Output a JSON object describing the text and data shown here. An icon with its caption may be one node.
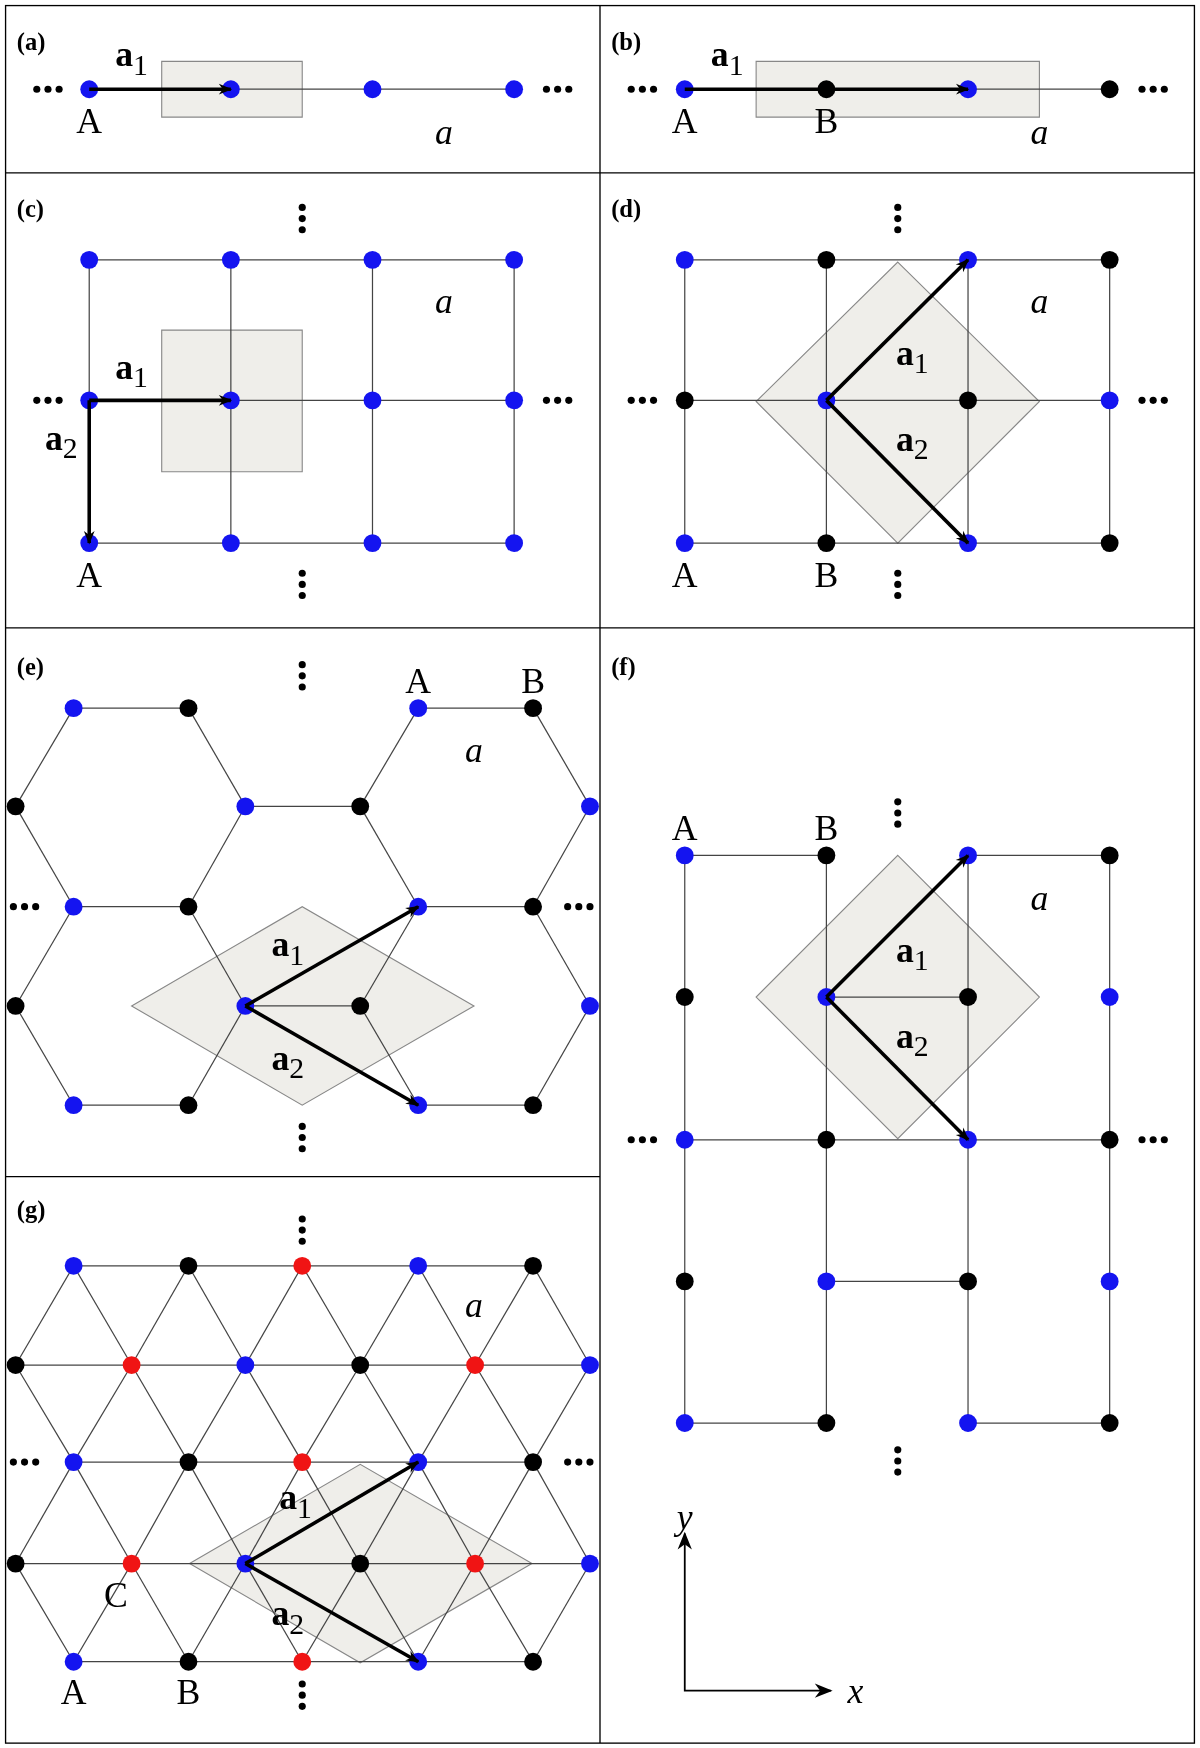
{
  "diagram": {
    "labels": [
      "(a)",
      "**a**$_{1}$",
      "A",
      "a",
      "(b)",
      "**a**$_{1}$",
      "A",
      "B",
      "a",
      "(c)",
      "a",
      "**a**$_{1}$",
      "**a**$_{2}$",
      "A",
      "(d)",
      "a",
      "**a**$_{1}$",
      "**a**$_{2}$",
      "A",
      "B",
      "(e)",
      "A",
      "B",
      "a",
      "**a**$_{1}$",
      "**a**$_{2}$",
      "(f)",
      "A",
      "B",
      "a",
      "**a**$_{1}$",
      "**a**$_{2}$",
      "(g)",
      "a",
      "**a**$_{1}$",
      "**a**$_{2}$",
      "C",
      "A",
      "B",
      "y",
      "x"
    ]
  }
}
